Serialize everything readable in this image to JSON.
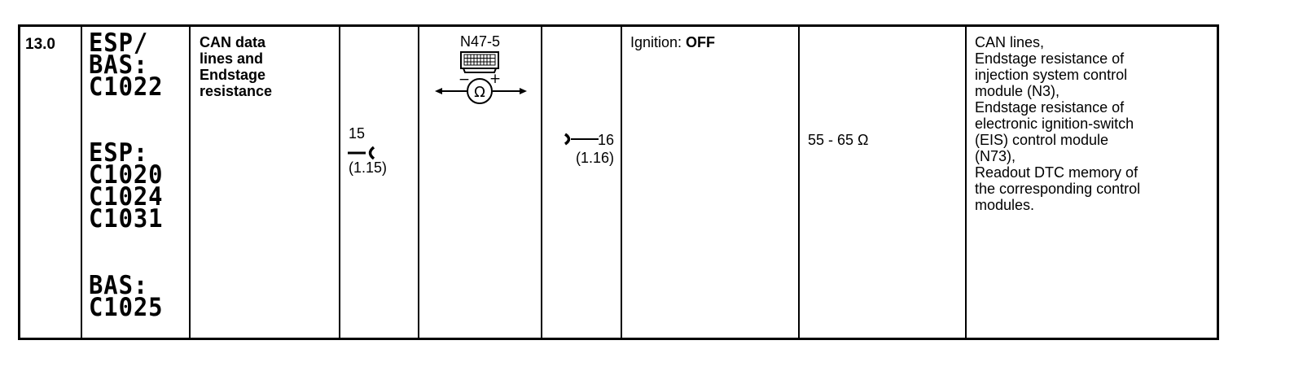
{
  "step": "13.0",
  "dtc_groups": [
    {
      "label": "ESP/",
      "label2": "BAS:",
      "codes": [
        "C1022"
      ]
    },
    {
      "label": "ESP:",
      "codes": [
        "C1020",
        "C1024",
        "C1031"
      ]
    },
    {
      "label": "BAS:",
      "codes": [
        "C1025"
      ]
    }
  ],
  "description": [
    "CAN data",
    "lines and",
    "Endstage",
    "resistance"
  ],
  "pin_left": {
    "number": "15",
    "ref": "(1.15)"
  },
  "component": {
    "label": "N47-5",
    "symbol": "Ω",
    "minus": "−",
    "plus": "+"
  },
  "pin_right": {
    "number": "16",
    "ref": "(1.16)"
  },
  "condition": {
    "prefix": "Ignition: ",
    "value": "OFF"
  },
  "nominal_value": "55 - 65 Ω",
  "remedy": [
    "CAN lines,",
    "Endstage resistance of",
    "injection system control",
    "module (N3),",
    "Endstage resistance of",
    "electronic ignition-switch",
    "(EIS) control module",
    "(N73),",
    "Readout DTC memory of",
    "the corresponding control",
    "modules."
  ]
}
